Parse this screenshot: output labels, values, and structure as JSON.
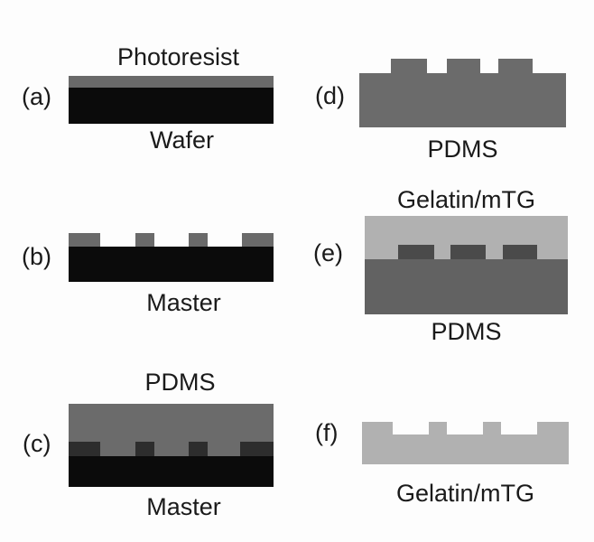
{
  "figure": {
    "colors": {
      "background": "#fdfdfd",
      "text": "#1a1a1a",
      "black": "#0b0b0b",
      "photoresist": "#6a6a6a",
      "pdms": "#6b6b6b",
      "pdms_dark": "#626262",
      "gelatin": "#b1b1b1",
      "feature_dark": "#4a4a4a",
      "master_feature": "#2d2d2d"
    },
    "panels": {
      "a": {
        "tag": "(a)",
        "top_label": "Photoresist",
        "bottom_label": "Wafer"
      },
      "b": {
        "tag": "(b)",
        "bottom_label": "Master"
      },
      "c": {
        "tag": "(c)",
        "top_label": "PDMS",
        "bottom_label": "Master"
      },
      "d": {
        "tag": "(d)",
        "bottom_label": "PDMS"
      },
      "e": {
        "tag": "(e)",
        "top_label": "Gelatin/mTG",
        "bottom_label": "PDMS"
      },
      "f": {
        "tag": "(f)",
        "bottom_label": "Gelatin/mTG"
      }
    }
  }
}
